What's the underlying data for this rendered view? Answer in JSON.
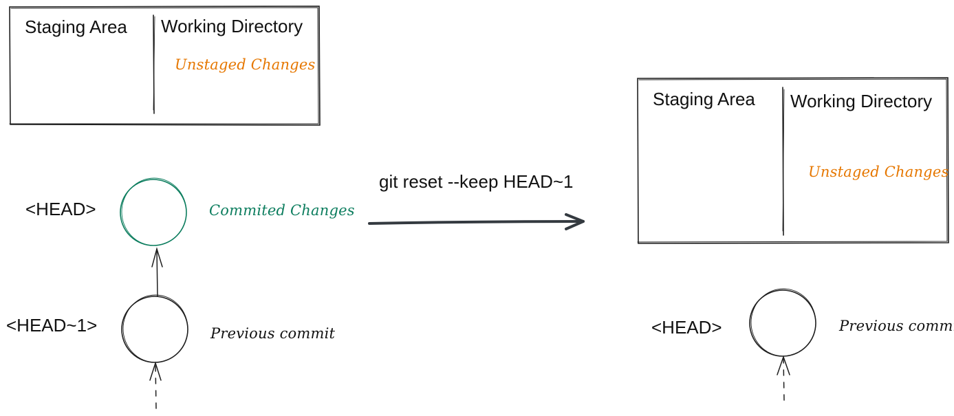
{
  "before": {
    "staging_label": "Staging Area",
    "working_label": "Working Directory",
    "unstaged_note": "Unstaged Changes",
    "head_label": "<HEAD>",
    "head_note": "Commited Changes",
    "prev_label": "<HEAD~1>",
    "prev_note": "Previous commit"
  },
  "command": "git reset --keep HEAD~1",
  "after": {
    "staging_label": "Staging Area",
    "working_label": "Working Directory",
    "unstaged_note": "Unstaged Changes",
    "head_label": "<HEAD>",
    "head_note": "Previous commit"
  },
  "colors": {
    "stroke": "#1e1e1e",
    "unstaged": "#e67700",
    "committed": "#0c7d5e",
    "arrow": "#343a40"
  }
}
